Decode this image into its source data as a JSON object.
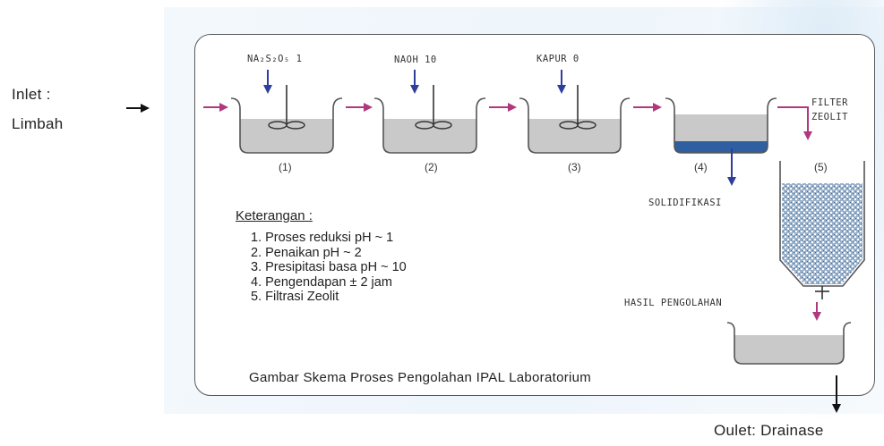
{
  "outer": {
    "inlet_line1": "Inlet :",
    "inlet_line2": "Limbah",
    "outlet": "Oulet: Drainase"
  },
  "tanks": [
    {
      "id": "(1)",
      "chemical": "NA₂S₂O₅ 1"
    },
    {
      "id": "(2)",
      "chemical": "NAOH 10"
    },
    {
      "id": "(3)",
      "chemical": "KAPUR 0"
    },
    {
      "id": "(4)"
    },
    {
      "id": "(5)"
    }
  ],
  "labels": {
    "filter_line1": "FILTER",
    "filter_line2": "ZEOLIT",
    "solidifikasi": "SOLIDIFIKASI",
    "hasil": "HASIL PENGOLAHAN"
  },
  "legend": {
    "title": "Keterangan :",
    "items": [
      "1. Proses reduksi pH ~ 1",
      "2. Penaikan pH ~ 2",
      "3. Presipitasi basa pH ~ 10",
      "4. Pengendapan ± 2 jam",
      "5. Filtrasi Zeolit"
    ]
  },
  "caption": "Gambar Skema Proses Pengolahan IPAL Laboratorium",
  "colors": {
    "flow_arrow": "#b0387e",
    "dosing_arrow": "#2f3d9c",
    "liquid": "#c9c9c9",
    "sediment": "#2f5fa0",
    "outline": "#555555"
  }
}
